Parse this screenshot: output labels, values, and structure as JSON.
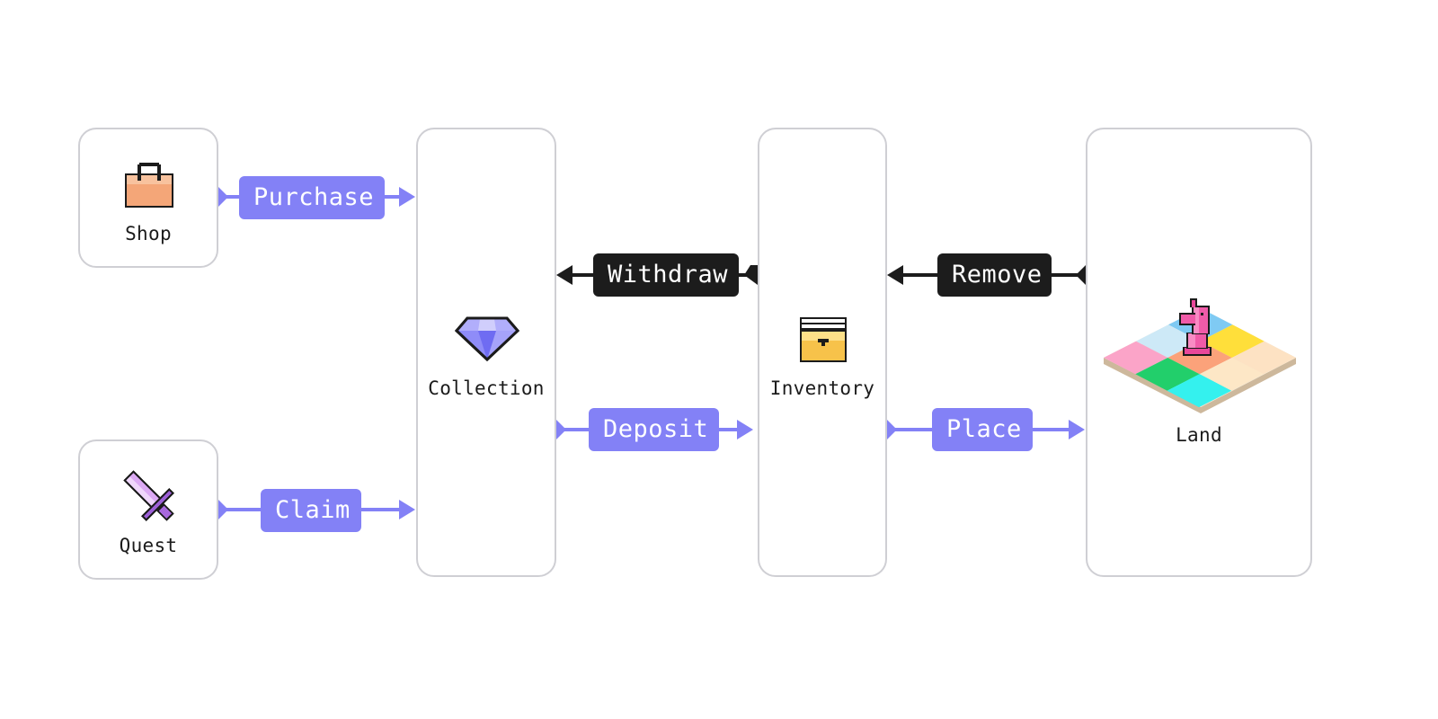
{
  "colors": {
    "flow_forward": "#8381f6",
    "flow_backward": "#1c1c1c",
    "node_border": "#cfcfd4"
  },
  "nodes": {
    "shop": {
      "label": "Shop",
      "icon": "shopping-bag-icon"
    },
    "quest": {
      "label": "Quest",
      "icon": "sword-icon"
    },
    "collection": {
      "label": "Collection",
      "icon": "diamond-gem-icon"
    },
    "inventory": {
      "label": "Inventory",
      "icon": "treasure-chest-icon"
    },
    "land": {
      "label": "Land",
      "icon": "isometric-land-tile-icon"
    }
  },
  "edges": {
    "purchase": {
      "label": "Purchase",
      "from": "Shop",
      "to": "Collection"
    },
    "claim": {
      "label": "Claim",
      "from": "Quest",
      "to": "Collection"
    },
    "withdraw": {
      "label": "Withdraw",
      "from": "Inventory",
      "to": "Collection"
    },
    "deposit": {
      "label": "Deposit",
      "from": "Collection",
      "to": "Inventory"
    },
    "remove": {
      "label": "Remove",
      "from": "Land",
      "to": "Inventory"
    },
    "place": {
      "label": "Place",
      "from": "Inventory",
      "to": "Land"
    }
  }
}
